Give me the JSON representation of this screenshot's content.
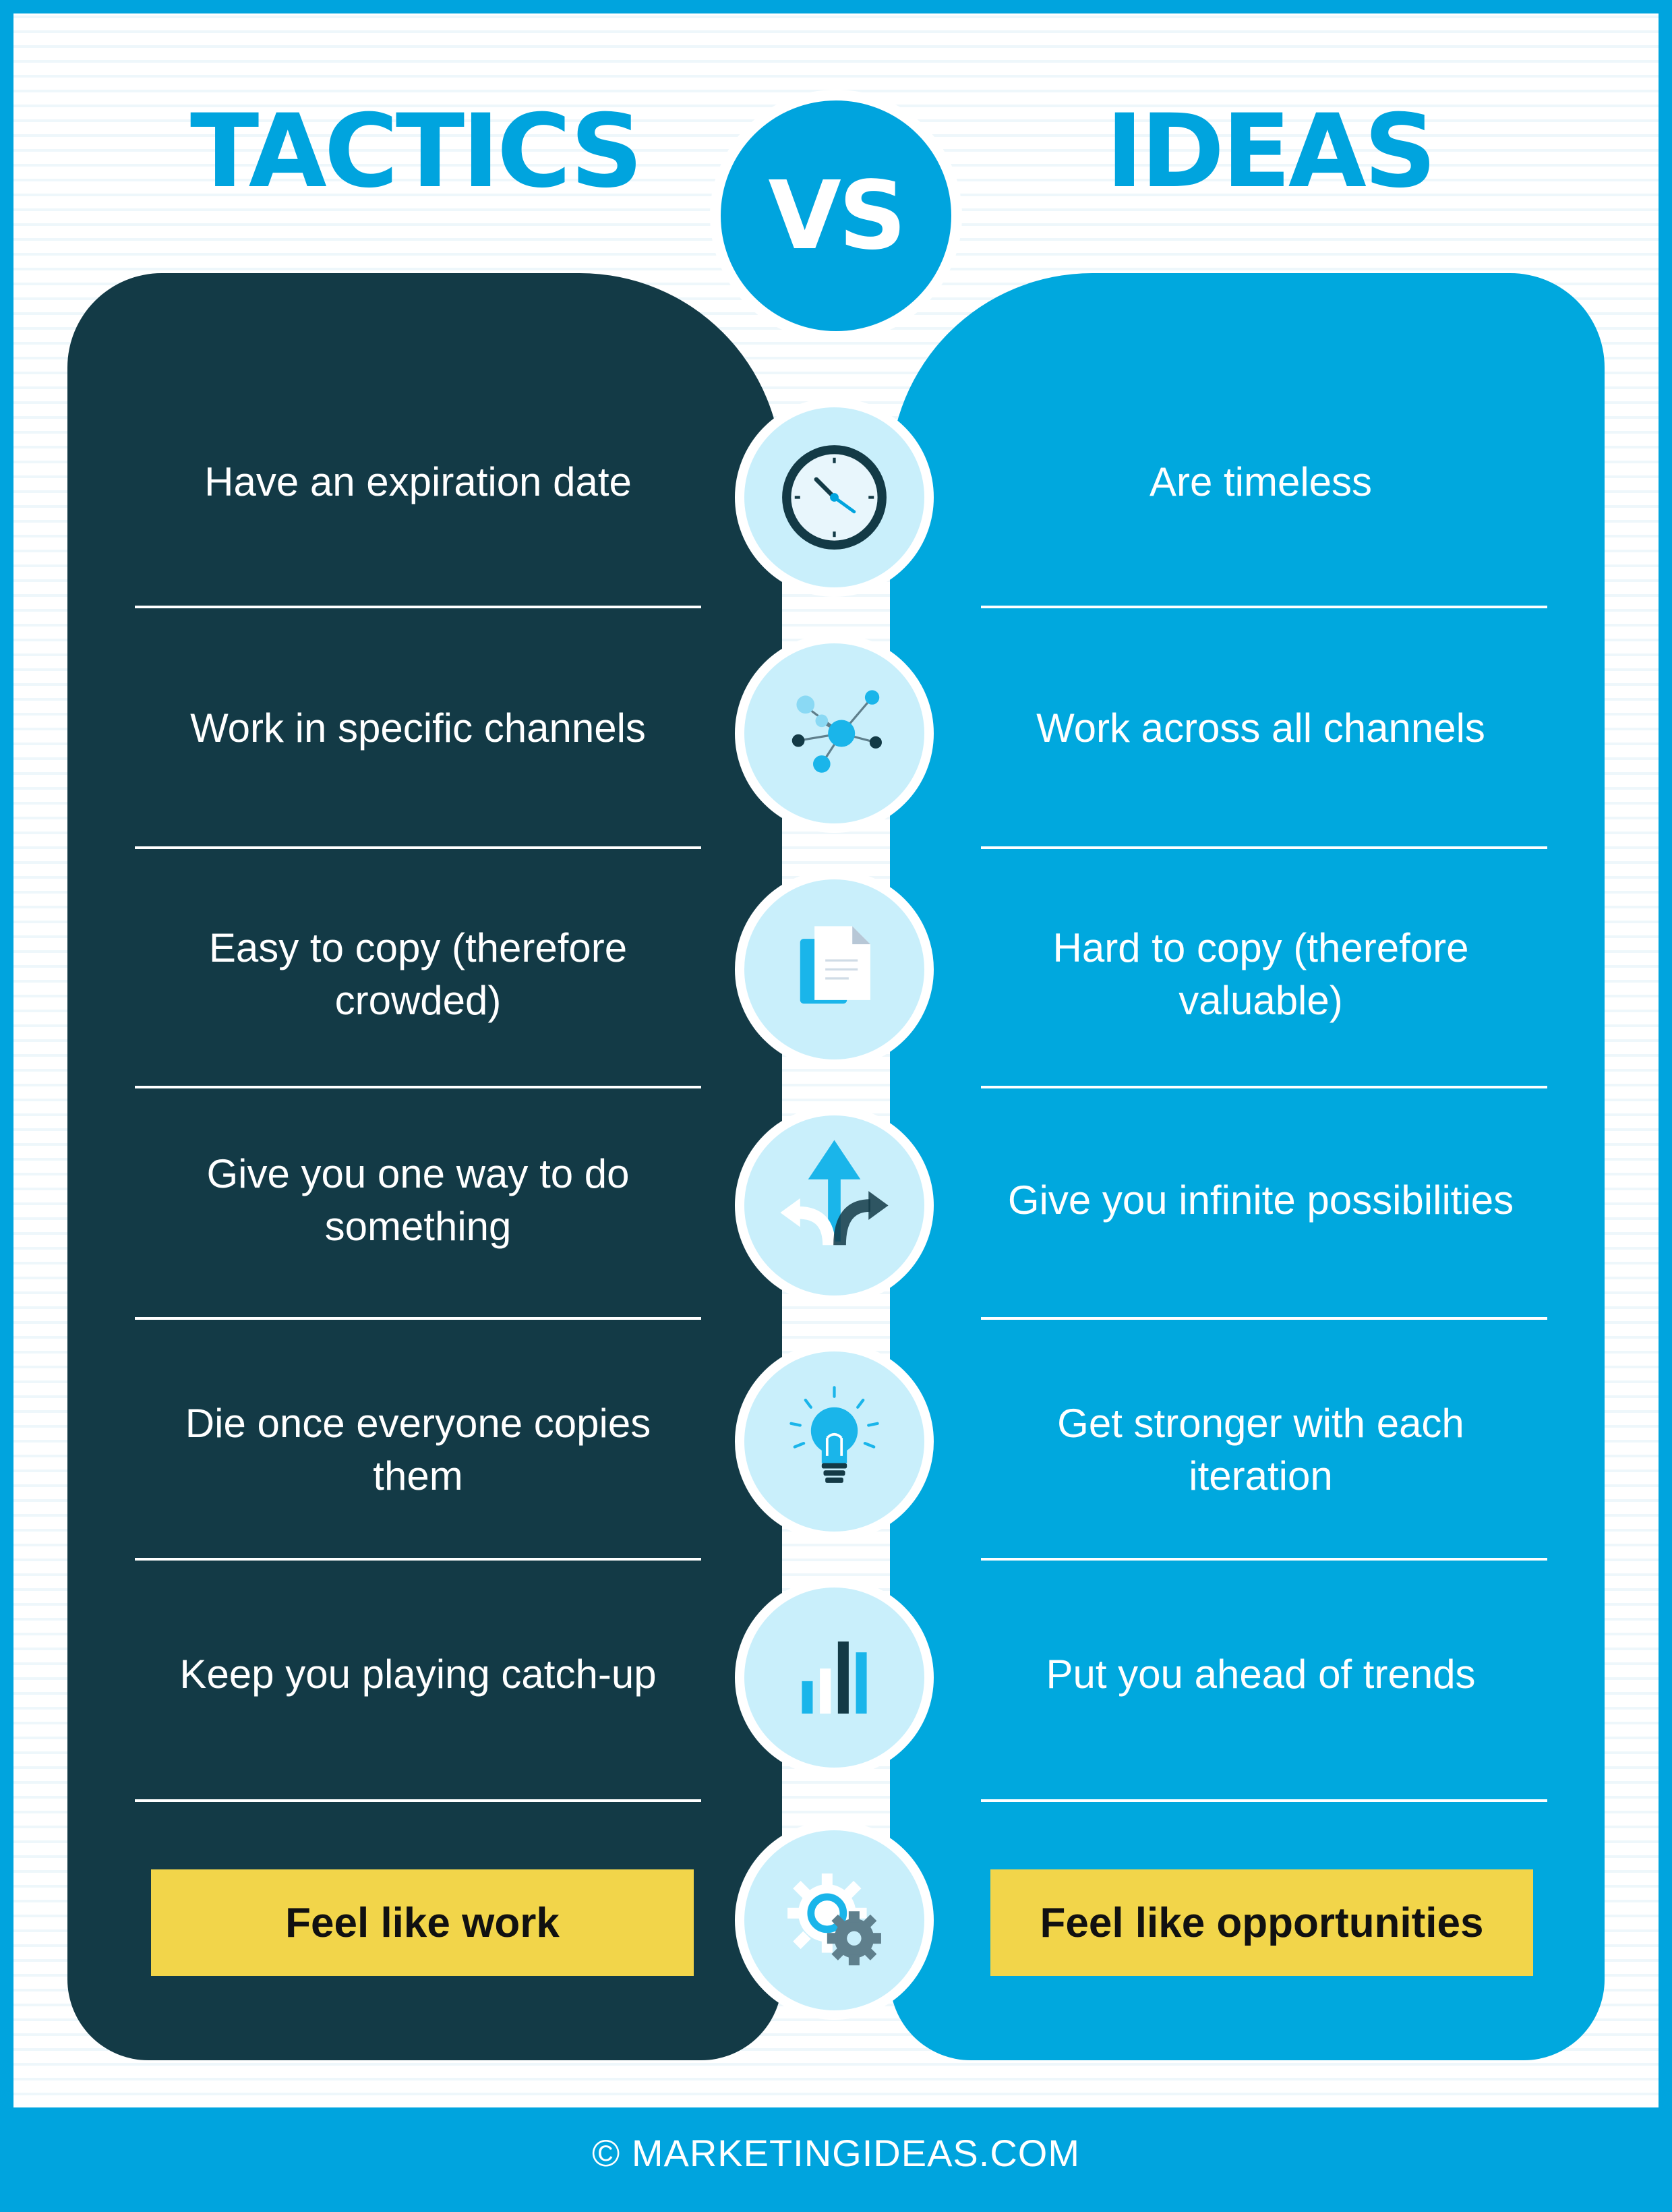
{
  "header": {
    "left_title": "TACTICS",
    "vs": "VS",
    "right_title": "IDEAS"
  },
  "rows": [
    {
      "tactic": "Have an expiration date",
      "idea": "Are timeless",
      "icon": "clock-icon"
    },
    {
      "tactic": "Work in specific channels",
      "idea": "Work across all channels",
      "icon": "network-icon"
    },
    {
      "tactic": "Easy to copy (therefore crowded)",
      "idea": "Hard to copy (therefore valuable)",
      "icon": "copy-document-icon"
    },
    {
      "tactic": "Give you one way to do something",
      "idea": "Give you infinite possibilities",
      "icon": "split-arrows-icon"
    },
    {
      "tactic": "Die once everyone copies them",
      "idea": "Get stronger with each iteration",
      "icon": "lightbulb-icon"
    },
    {
      "tactic": "Keep you playing catch-up",
      "idea": "Put you ahead of trends",
      "icon": "bar-chart-icon"
    }
  ],
  "conclusion": {
    "tactic": "Feel like work",
    "idea": "Feel like opportunities",
    "icon": "gears-icon"
  },
  "footer": {
    "text": "© MARKETINGIDEAS.COM"
  },
  "colors": {
    "brand_blue": "#00A4DE",
    "dark_teal": "#133A46",
    "highlight_yellow": "#F2D54A",
    "icon_bg": "#C9EFFB"
  }
}
